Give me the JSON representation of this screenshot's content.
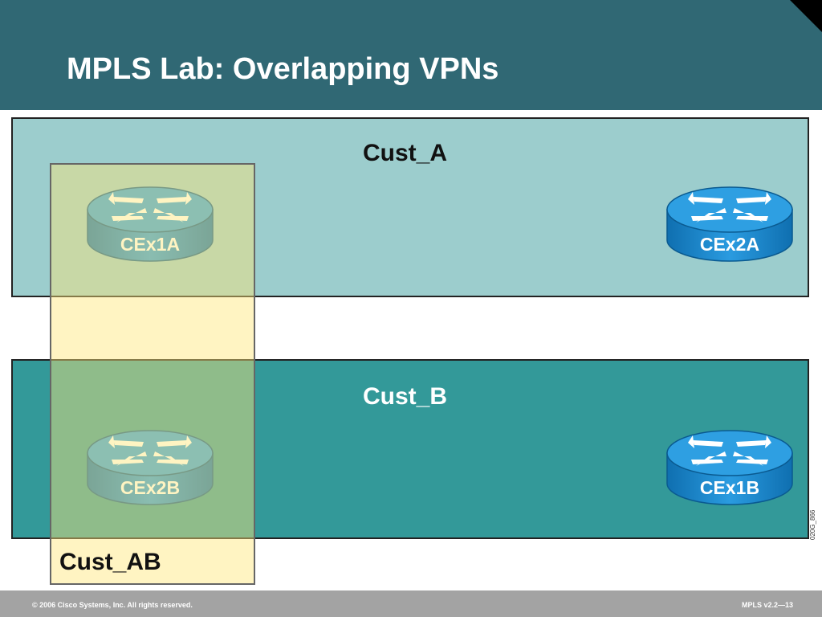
{
  "slide": {
    "title": "MPLS Lab: Overlapping VPNs",
    "colors": {
      "title_bar": "#306874",
      "cust_a_fill": "#9ccdcd",
      "cust_b_fill": "#339999",
      "cust_ab_fill": "#fff0b4",
      "router_blue": "#1e8fd0"
    }
  },
  "diagram": {
    "vpns": [
      {
        "label": "Cust_A"
      },
      {
        "label": "Cust_B"
      },
      {
        "label": "Cust_AB"
      }
    ],
    "routers": [
      {
        "name": "CEx1A",
        "icon": "router-icon"
      },
      {
        "name": "CEx2A",
        "icon": "router-icon"
      },
      {
        "name": "CEx2B",
        "icon": "router-icon"
      },
      {
        "name": "CEx1B",
        "icon": "router-icon"
      }
    ],
    "figure_code": "020G_866"
  },
  "footer": {
    "copyright": "© 2006 Cisco Systems, Inc. All rights reserved.",
    "course": "MPLS v2.2—13"
  }
}
